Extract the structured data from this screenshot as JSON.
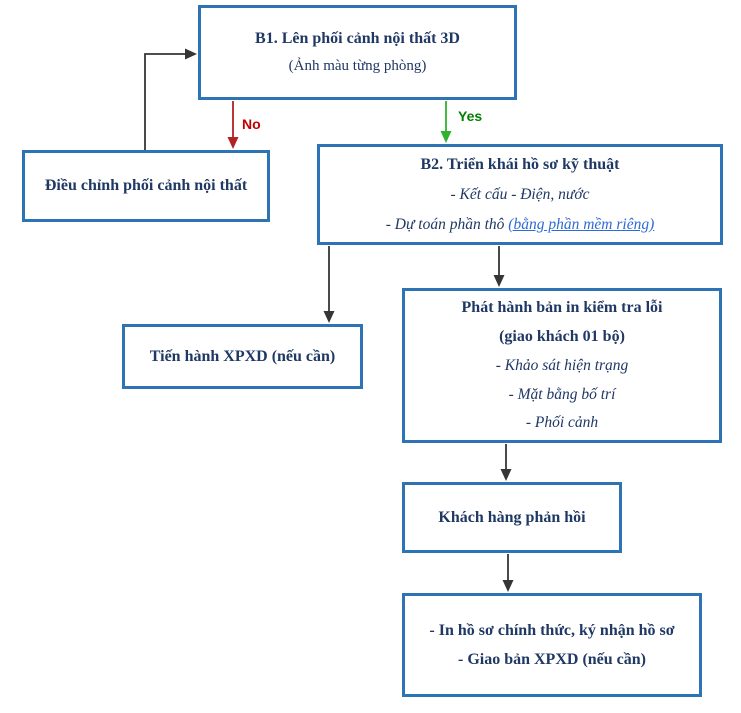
{
  "diagram": {
    "type": "flowchart",
    "language": "Vietnamese",
    "colors": {
      "box_border": "#2e74b5",
      "box_text": "#1f3864",
      "link": "#2e6bd6",
      "yes_label": "#008000",
      "yes_arrow": "#2db32d",
      "no_label": "#c00000",
      "no_arrow": "#b22222",
      "flow_arrow": "#363636"
    },
    "edge_labels": {
      "yes": "Yes",
      "no": "No"
    },
    "nodes": {
      "b1": {
        "title": "B1. Lên phối cảnh nội thất 3D",
        "subtitle": "(Ảnh màu từng phòng)"
      },
      "dieu_chinh": {
        "title": "Điều chỉnh phối cảnh nội thất"
      },
      "b2": {
        "title": "B2. Triển khái hồ sơ kỹ thuật",
        "item1": "- Kết cấu - Điện, nước",
        "item2_prefix": "- Dự toán phần thô ",
        "item2_link": "(bằng phần mềm riêng)"
      },
      "tien_hanh": {
        "title": "Tiến hành XPXD (nếu cần)"
      },
      "phat_hanh": {
        "title": "Phát hành bản in kiểm tra lỗi",
        "subtitle": "(giao khách 01 bộ)",
        "item1": "- Khảo sát hiện trạng",
        "item2": "- Mặt bằng bố trí",
        "item3": "- Phối cảnh"
      },
      "khach_hang": {
        "title": "Khách hàng phản hồi"
      },
      "final": {
        "item1": "- In hồ sơ chính thức, ký nhận hồ sơ",
        "item2": "- Giao bản XPXD (nếu cần)"
      }
    }
  }
}
